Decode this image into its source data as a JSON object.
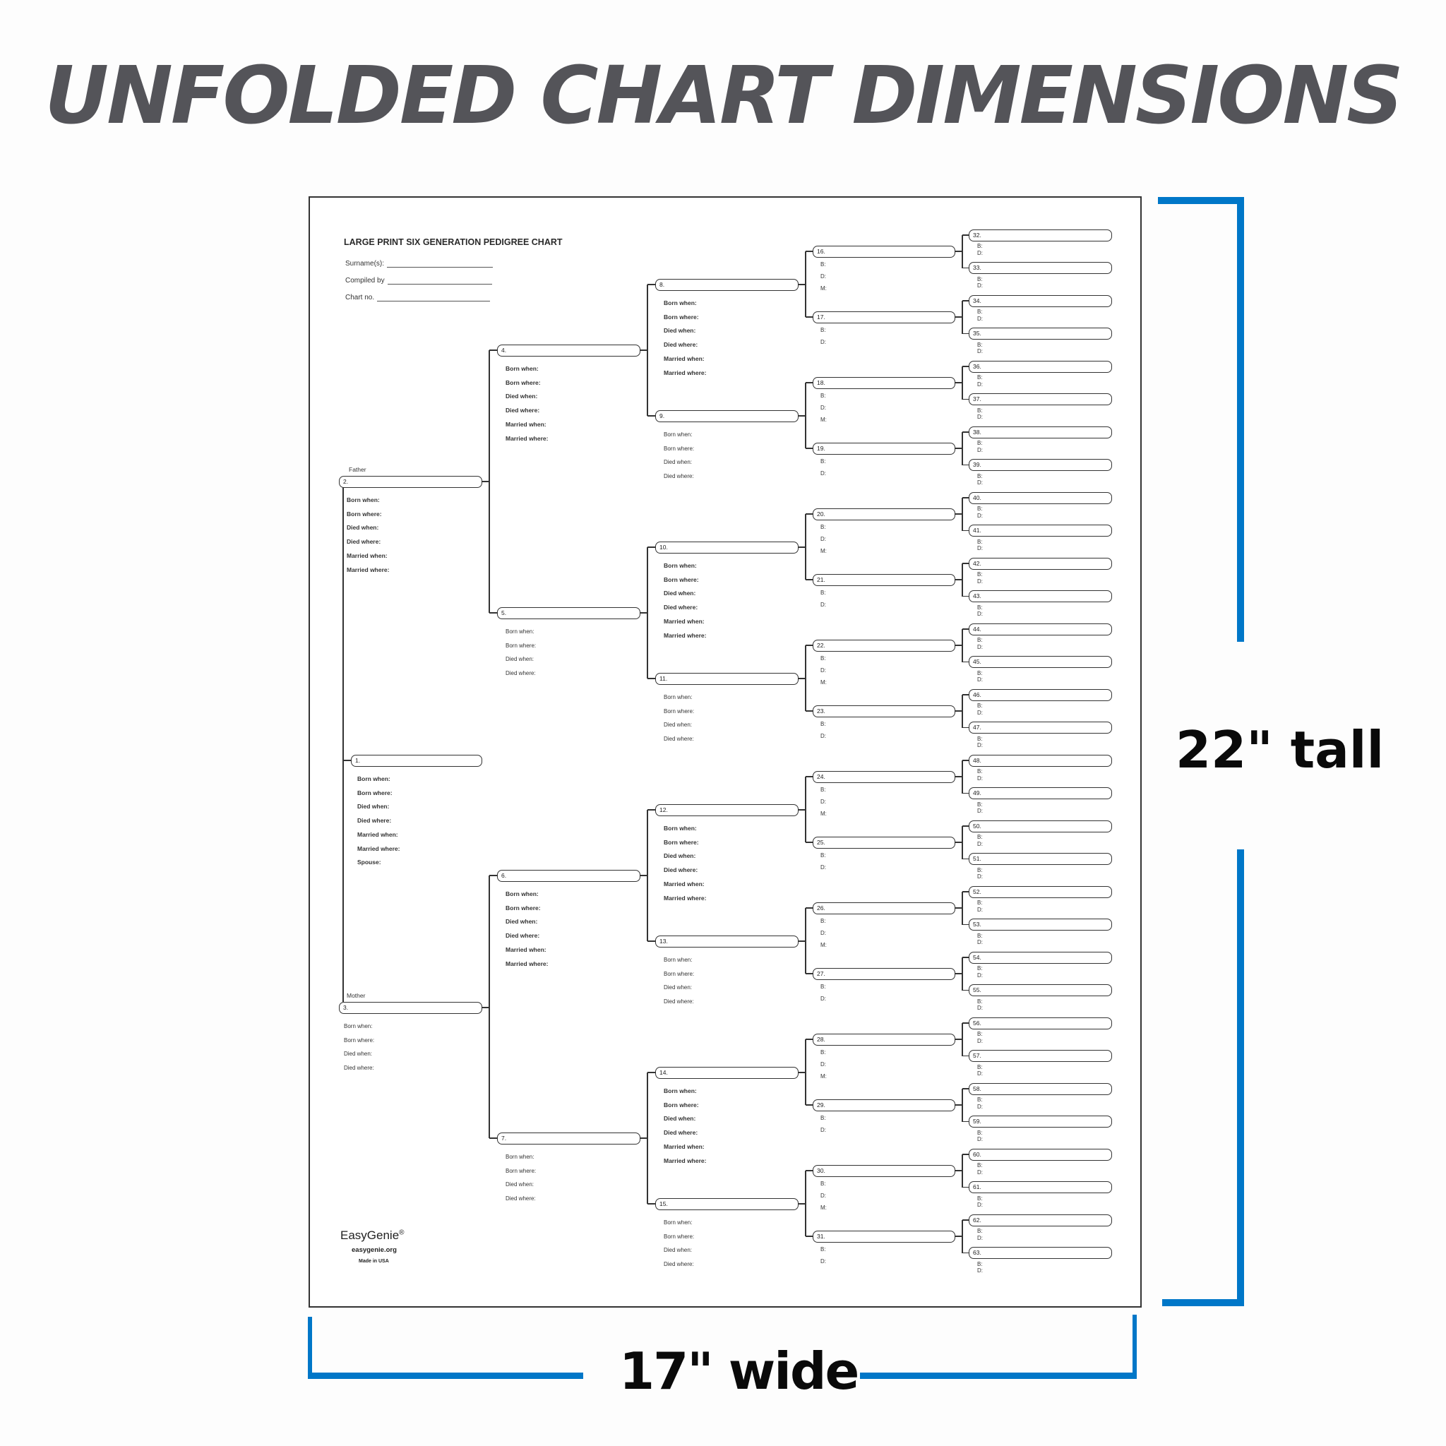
{
  "header": {
    "title": "UNFOLDED CHART DIMENSIONS"
  },
  "dimensions": {
    "height_label": "22\" tall",
    "width_label": "17\" wide",
    "accent_color": "#0077c8",
    "title_color": "#545459"
  },
  "chart": {
    "title": "LARGE PRINT SIX GENERATION PEDIGREE CHART",
    "meta": [
      {
        "label": "Surname(s):",
        "value": ""
      },
      {
        "label": "Compiled by",
        "value": ""
      },
      {
        "label": "Chart no.",
        "value": ""
      }
    ],
    "roles": {
      "father": "Father",
      "mother": "Mother"
    },
    "fields_full_spouse": [
      "Born when:",
      "Born where:",
      "Died when:",
      "Died where:",
      "Married when:",
      "Married where:",
      "Spouse:"
    ],
    "fields_married": [
      "Born when:",
      "Born where:",
      "Died when:",
      "Died where:",
      "Married when:",
      "Married where:"
    ],
    "fields_basic": [
      "Born when:",
      "Born where:",
      "Died when:",
      "Died where:"
    ],
    "fields_bdm": [
      "B:",
      "D:",
      "M:"
    ],
    "fields_bd": [
      "B:",
      "D:"
    ],
    "brand": {
      "name": "EasyGenie",
      "mark": "®",
      "site": "easygenie.org",
      "origin": "Made in USA"
    }
  }
}
